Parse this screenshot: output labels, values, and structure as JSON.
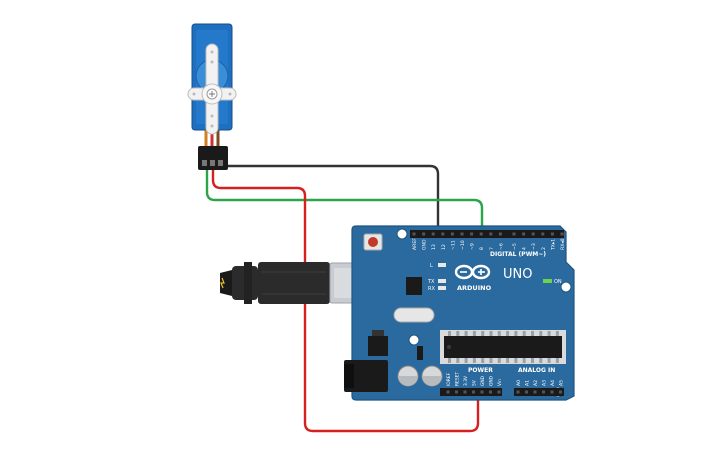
{
  "board": {
    "model": "UNO",
    "brand": "ARDUINO",
    "digital_header_label": "DIGITAL (PWM~)",
    "power_header_label": "POWER",
    "analog_header_label": "ANALOG IN",
    "on_label": "ON",
    "led_l": "L",
    "led_tx": "TX",
    "led_rx": "RX",
    "digital_pins": [
      "AREF",
      "GND",
      "13",
      "12",
      "~11",
      "~10",
      "~9",
      "8",
      "7",
      "~6",
      "~5",
      "4",
      "~3",
      "2",
      "TX▸1",
      "RX◂0"
    ],
    "power_pins": [
      "IOREF",
      "RESET",
      "3.3V",
      "5V",
      "GND",
      "GND",
      "Vin"
    ],
    "analog_pins": [
      "A0",
      "A1",
      "A2",
      "A3",
      "A4",
      "A5"
    ]
  },
  "wires": [
    {
      "name": "signal-wire",
      "color": "#2da44a",
      "from": "servo signal",
      "to": "pin ~9"
    },
    {
      "name": "ground-wire",
      "color": "#333333",
      "from": "servo ground",
      "to": "GND"
    },
    {
      "name": "power-wire",
      "color": "#d62020",
      "from": "servo power",
      "to": "5V"
    }
  ],
  "colors": {
    "board": "#2b6a9e",
    "board_edge": "#1f5580",
    "servo": "#1f6fc0",
    "usb_plug": "#2b2b2b",
    "usb_metal": "#c8ccd0"
  }
}
